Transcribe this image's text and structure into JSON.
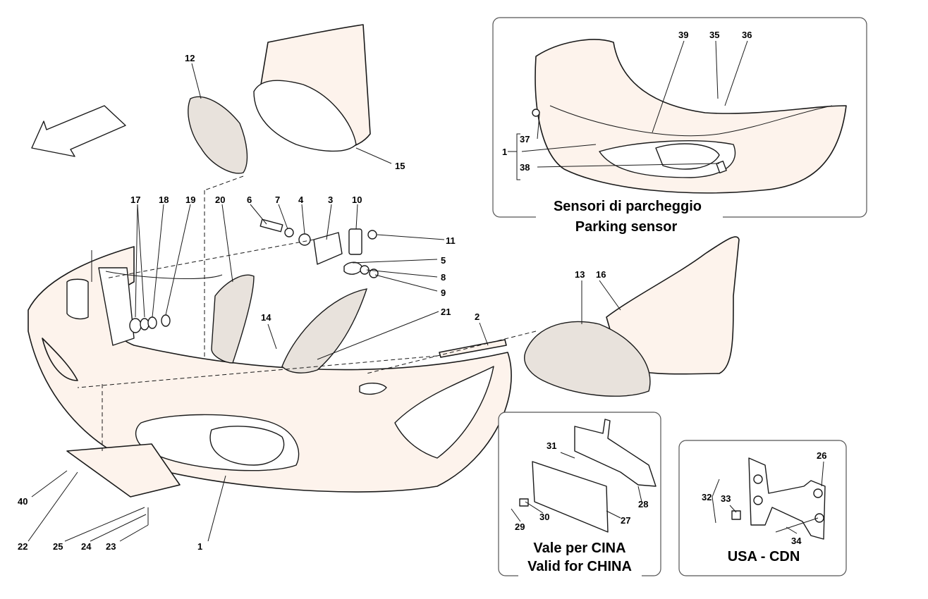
{
  "callouts": {
    "c1": "1",
    "c1b": "1",
    "c2": "2",
    "c3": "3",
    "c4": "4",
    "c5": "5",
    "c6": "6",
    "c7": "7",
    "c8": "8",
    "c9": "9",
    "c10": "10",
    "c11": "11",
    "c12": "12",
    "c13": "13",
    "c14": "14",
    "c15": "15",
    "c16": "16",
    "c17": "17",
    "c18": "18",
    "c19": "19",
    "c20": "20",
    "c21": "21",
    "c22": "22",
    "c23": "23",
    "c24": "24",
    "c25": "25",
    "c26": "26",
    "c27": "27",
    "c28": "28",
    "c29": "29",
    "c30": "30",
    "c31": "31",
    "c32": "32",
    "c33": "33",
    "c34": "34",
    "c35": "35",
    "c36": "36",
    "c37": "37",
    "c38": "38",
    "c39": "39",
    "c40": "40"
  },
  "insets": {
    "parking": {
      "title_it": "Sensori di parcheggio",
      "title_en": "Parking sensor"
    },
    "china": {
      "title_it": "Vale per CINA",
      "title_en": "Valid for CHINA"
    },
    "usa": {
      "title": "USA - CDN"
    }
  }
}
